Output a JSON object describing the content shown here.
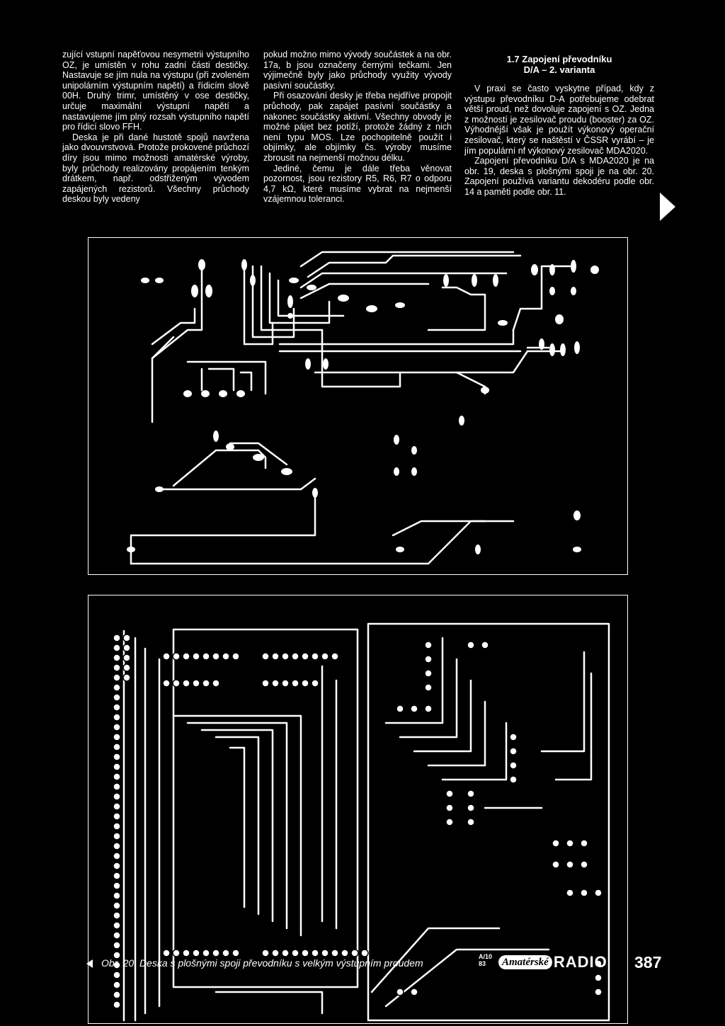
{
  "col1": {
    "p1": "zující vstupní napěťovou nesymetrii výstupního OZ, je umístěn v rohu zadní části destičky. Nastavuje se jím nula na výstupu (při zvoleném unipolárním výstupním napětí) a řídicím slově 00H. Druhý trimr, umístěný v ose destičky, určuje maximální výstupní napětí a nastavujeme jím plný rozsah výstupního napětí pro řídicí slovo FFH.",
    "p2": "Deska je při dané hustotě spojů navržena jako dvouvrstvová. Protože prokovené průchozí díry jsou mimo možnosti amatérské výroby, byly průchody realizovány propájením tenkým drátkem, např. odstřiženým vývodem zapájených rezistorů. Všechny průchody deskou byly vedeny"
  },
  "col2": {
    "p1": "pokud možno mimo vývody součástek a na obr. 17a, b jsou označeny černými tečkami. Jen výjimečně byly jako průchody využity vývody pasívní součástky.",
    "p2": "Při osazování desky je třeba nejdříve propojit průchody, pak zapájet pasívní součástky a nakonec součástky aktivní. Všechny obvody je možné pájet bez potíží, protože žádný z nich není typu MOS. Lze pochopitelně použít i objímky, ale objímky čs. výroby musíme zbrousit na nejmenší možnou délku.",
    "p3": "Jediné, čemu je dále třeba věnovat pozornost, jsou rezistory R5, R6, R7 o odporu 4,7 kΩ, které musíme vybrat na nejmenší vzájemnou toleranci."
  },
  "col3": {
    "title_line1": "1.7 Zapojení převodníku",
    "title_line2": "D/A – 2. varianta",
    "p1": "V praxi se často vyskytne případ, kdy z výstupu převodníku D-A potřebujeme odebrat větší proud, než dovoluje zapojení s OZ. Jedna z možností je zesilovač proudu (booster) za OZ. Výhodnější však je použít výkonový operační zesilovač, který se naštěstí v ČSSR vyrábí – je jím populární nf výkonový zesilovač MDA2020.",
    "p2": "Zapojení převodníku D/A s MDA2020 je na obr. 19, deska s plošnými spoji je na obr. 20. Zapojení používá variantu dekodéru podle obr. 14 a paměti podle obr. 11."
  },
  "caption": "Obr. 20. Deska s plošnými spoji převodníku s velkým výstupním proudem",
  "footer": {
    "issue_line1": "A/10",
    "issue_line2": "83",
    "logo_pill": "Amatérské",
    "logo_word": "RADIO",
    "page_number": "387"
  }
}
